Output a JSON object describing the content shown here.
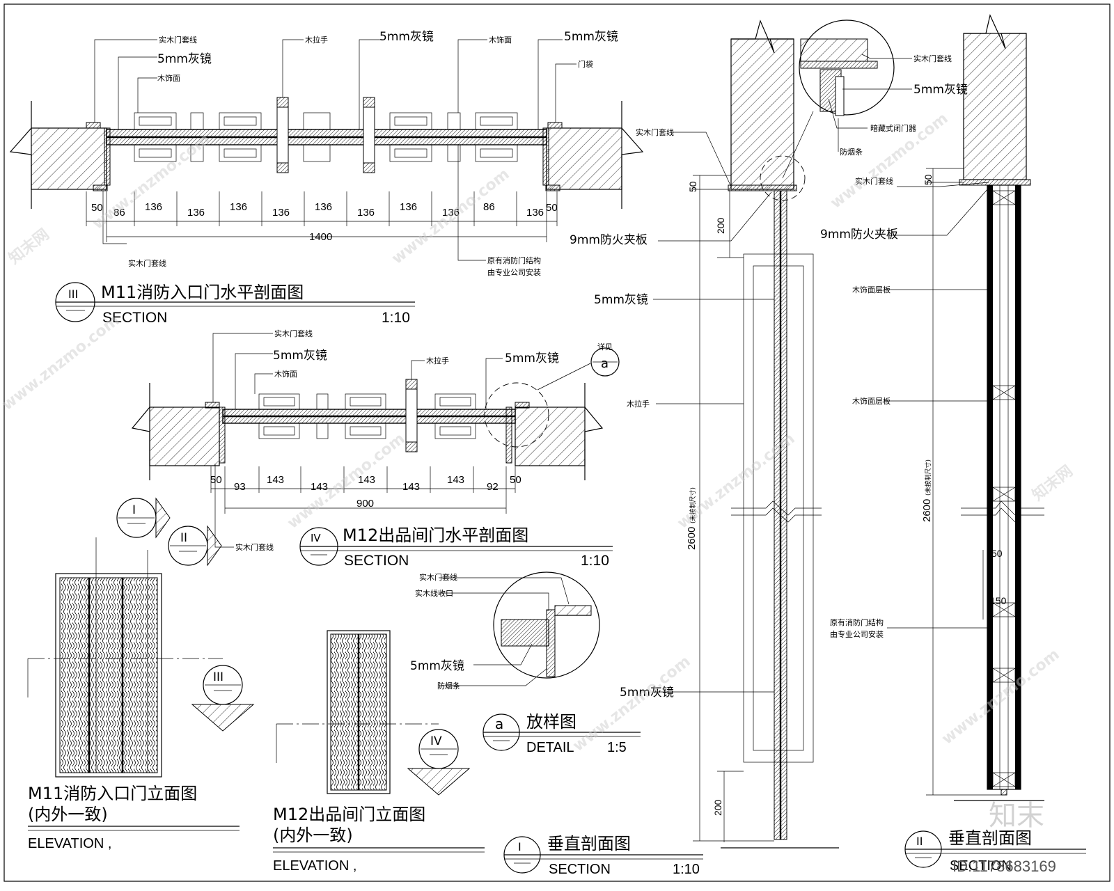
{
  "labels": {
    "solid_casing": "实木门套线",
    "mirror_5mm": "5mm灰镜",
    "wood_handle": "木拉手",
    "wood_face": "木饰面",
    "door_pocket": "门袋",
    "original_fire_door": "原有消防门结构",
    "installer": "由专业公司安装",
    "fireproof_9mm": "9mm防火夹板",
    "wood_face_panel": "木饰面层板",
    "concealed_closer": "暗藏式闭门器",
    "smoke_seal": "防烟条",
    "solid_trim": "实木线收口",
    "see_detail": "详见",
    "detail_tag": "a"
  },
  "dims_m11": {
    "segments": [
      "50",
      "86",
      "136",
      "136",
      "136",
      "136",
      "136",
      "136",
      "136",
      "136",
      "86",
      "50"
    ],
    "total": "1400"
  },
  "dims_m12": {
    "segments": [
      "50",
      "93",
      "143",
      "143",
      "143",
      "143",
      "143",
      "92",
      "50"
    ],
    "total": "900"
  },
  "dims_vertical": {
    "d50": "50",
    "d200": "200",
    "d2600": "2600",
    "d2600_note": "(未按制尺寸)",
    "d150": "150"
  },
  "titles": {
    "t3": {
      "num": "III",
      "cn": "M11消防入口门水平剖面图",
      "en": "SECTION",
      "scale": "1:10"
    },
    "t4": {
      "num": "IV",
      "cn": "M12出品间门水平剖面图",
      "en": "SECTION",
      "scale": "1:10"
    },
    "ta": {
      "num": "a",
      "cn": "放样图",
      "en": "DETAIL",
      "scale": "1:5"
    },
    "t1": {
      "num": "I",
      "cn": "垂直剖面图",
      "en": "SECTION",
      "scale": "1:10"
    },
    "t2": {
      "num": "II",
      "cn": "垂直剖面图",
      "en": "SECTION"
    },
    "e11": {
      "cn": "M11消防入口门立面图",
      "sub": "(内外一致)",
      "en": "ELEVATION ,"
    },
    "e12": {
      "cn": "M12出品间门立面图",
      "sub": "(内外一致)",
      "en": "ELEVATION ,"
    }
  },
  "section_marks": {
    "m1": "I",
    "m2": "II",
    "m3": "III",
    "m4": "IV"
  },
  "watermark": {
    "brand": "知末",
    "id": "ID:1178683169",
    "site": "www.znzmo.com",
    "site_cn": "知末网"
  }
}
